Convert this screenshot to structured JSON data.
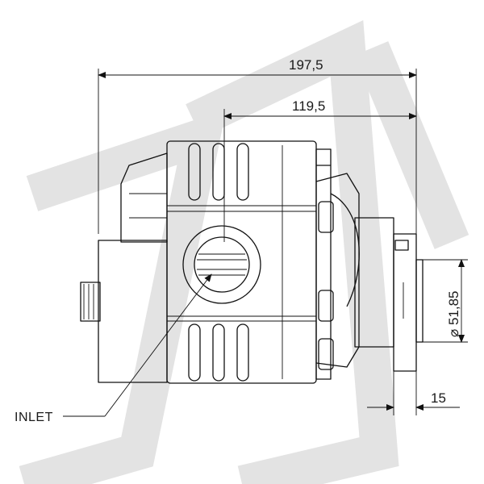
{
  "drawing": {
    "dimensions": {
      "overall_length": "197,5",
      "partial_length": "119,5",
      "flange_diameter": "⌀ 51,85",
      "shaft_length": "15"
    },
    "callouts": {
      "inlet": "INLET"
    }
  }
}
